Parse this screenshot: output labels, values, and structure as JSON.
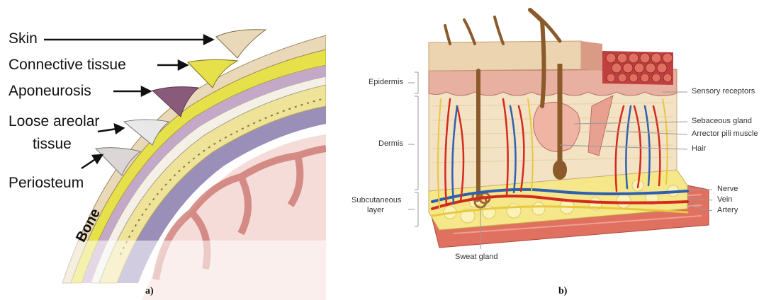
{
  "panel_a": {
    "caption": "a)",
    "labels": {
      "skin": "Skin",
      "connective": "Connective tissue",
      "aponeurosis": "Aponeurosis",
      "loose_line1": "Loose areolar",
      "loose_line2": "tissue",
      "periosteum": "Periosteum",
      "bone": "Bone"
    }
  },
  "panel_b": {
    "caption": "b)",
    "labels": {
      "epidermis": "Epidermis",
      "dermis": "Dermis",
      "subcutaneous_line1": "Subcutaneous",
      "subcutaneous_line2": "layer",
      "sweat_gland": "Sweat gland",
      "sensory_receptors": "Sensory receptors",
      "sebaceous_gland": "Sebaceous gland",
      "arrector_pili": "Arrector pili muscle",
      "hair": "Hair",
      "nerve": "Nerve",
      "vein": "Vein",
      "artery": "Artery"
    }
  },
  "colors": {
    "skin_tan": "#e8cfa8",
    "connective_yellow": "#e6e04a",
    "aponeurosis_purple": "#8a5a7a",
    "bone_yellow": "#efe39a",
    "epidermis_pink": "#e8b0a0",
    "dermis_cream": "#f3e2c4",
    "fat_yellow": "#f6e78a",
    "muscle_red": "#e07060",
    "artery_red": "#d42a1e",
    "vein_blue": "#2f5fb0",
    "nerve_yellow": "#e8c840",
    "hair_brown": "#8a5a2a"
  }
}
